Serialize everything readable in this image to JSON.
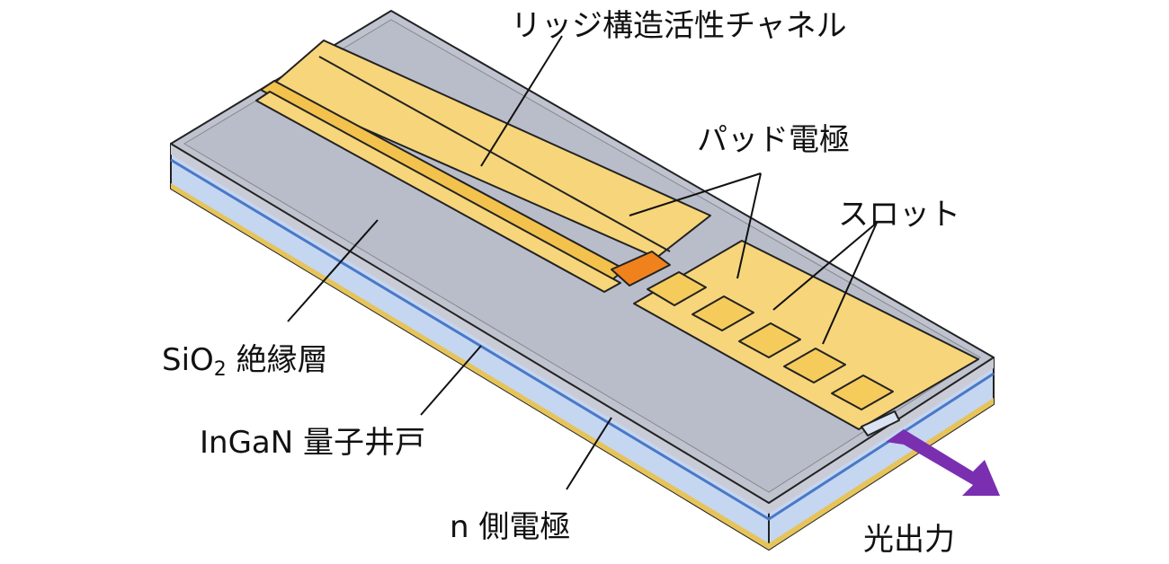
{
  "labels": {
    "ridge_channel": "リッジ構造活性チャネル",
    "pad_electrode": "パッド電極",
    "slot": "スロット",
    "sio2_prefix": "SiO",
    "sio2_sub": "2",
    "sio2_suffix": " 絶縁層",
    "ingan_qw": "InGaN 量子井戸",
    "n_electrode": "n 側電極",
    "light_output": "光出力"
  },
  "colors": {
    "gold": "#f7d57a",
    "gold_dark": "#f2c24d",
    "orange": "#f0821e",
    "sio2": "#bfc3cf",
    "substrate": "#c5d6f0",
    "quantum_well": "#4a78c8",
    "arrow": "#7a2fb0"
  }
}
